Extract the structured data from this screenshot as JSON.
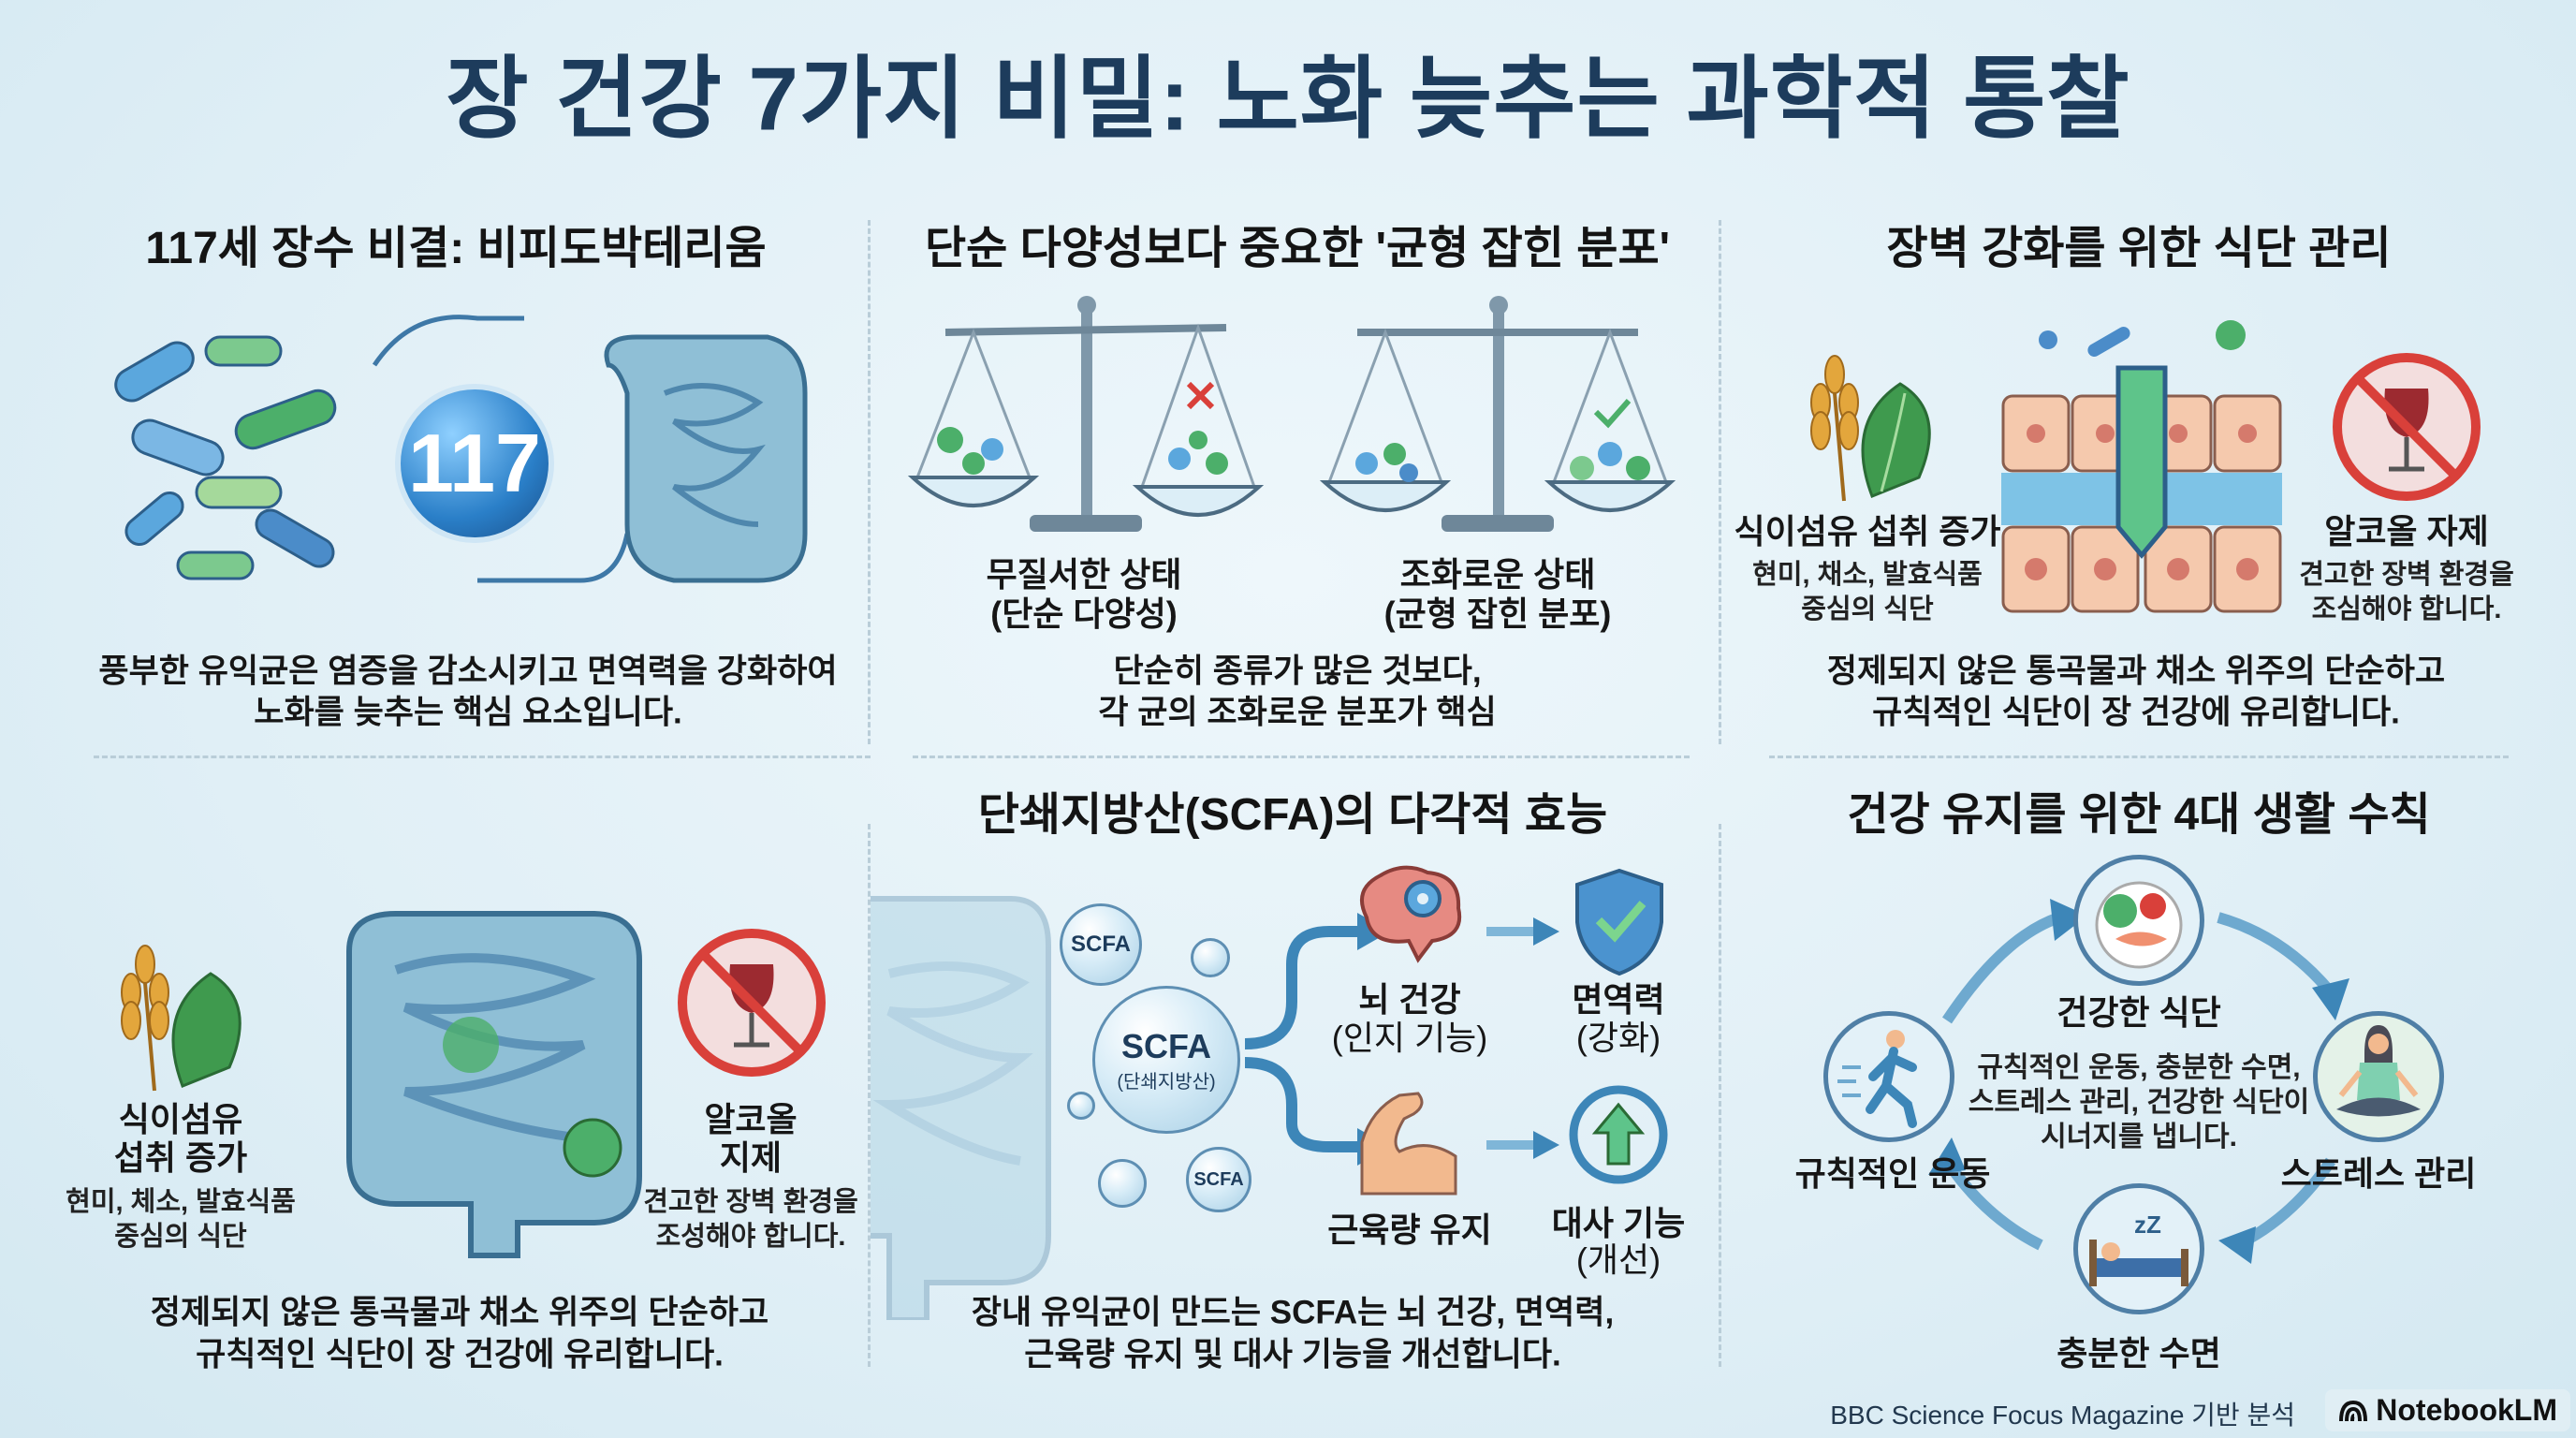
{
  "title": "장 건강 7가지 비밀: 노화 늦추는 과학적 통찰",
  "p1": {
    "heading": "117세 장수 비결: 비피도박테리움",
    "badge": "117",
    "caption": [
      "풍부한 유익균은 염증을 감소시키고 면역력을 강화하여",
      "노화를 늦추는 핵심 요소입니다."
    ]
  },
  "p2": {
    "heading": "단순 다양성보다 중요한 '균형 잡힌 분포'",
    "left_label": [
      "무질서한 상태",
      "(단순 다양성)"
    ],
    "right_label": [
      "조화로운 상태",
      "(균형 잡힌 분포)"
    ],
    "caption": [
      "단순히 종류가 많은 것보다,",
      "각 균의 조화로운 분포가 핵심"
    ]
  },
  "p3": {
    "heading": "장벽 강화를 위한 식단 관리",
    "fiber_title": "식이섬유 섭취 증가",
    "fiber_sub": [
      "현미, 채소, 발효식품",
      "중심의 식단"
    ],
    "alcohol_title": "알코올 자제",
    "alcohol_sub": [
      "견고한 장벽 환경을",
      "조심해야 합니다."
    ],
    "caption": [
      "정제되지 않은 통곡물과 채소 위주의 단순하고",
      "규칙적인 식단이 장 건강에 유리합니다."
    ]
  },
  "p4": {
    "fiber_title": [
      "식이섬유",
      "섭취 증가"
    ],
    "fiber_sub": [
      "현미, 체소, 발효식품",
      "중심의 식단"
    ],
    "alcohol_title": [
      "알코올",
      "지제"
    ],
    "alcohol_sub": [
      "견고한 장벽 환경을",
      "조성해야 합니다."
    ],
    "caption": [
      "정제되지 않은 통곡물과 채소 위주의 단순하고",
      "규칙적인 식단이 장 건강에 유리합니다."
    ]
  },
  "p5": {
    "heading": "단쇄지방산(SCFA)의 다각적 효능",
    "bubble_small": "SCFA",
    "bubble_main": "SCFA",
    "bubble_main_sub": "(단쇄지방산)",
    "bubble_tiny": "SCFA",
    "brain": [
      "뇌 건강",
      "(인지 기능)"
    ],
    "immune": [
      "면역력",
      "(강화)"
    ],
    "muscle": "근육량 유지",
    "metabolism": [
      "대사 기능",
      "(개선)"
    ],
    "caption": [
      "장내 유익균이 만드는 SCFA는 뇌 건강, 면역력,",
      "근육량 유지 및 대사 기능을 개선합니다."
    ]
  },
  "p6": {
    "heading": "건강 유지를 위한 4대 생활 수칙",
    "diet": "건강한 식단",
    "desc": [
      "규칙적인 운동, 충분한 수면,",
      "스트레스 관리, 건강한 식단이",
      "시너지를 냅니다."
    ],
    "exercise": "규칙적인 운동",
    "stress": "스트레스 관리",
    "sleep": "충분한 수면",
    "sleep_z": "zZ"
  },
  "footer": {
    "source": "BBC Science Focus Magazine 기반 분석",
    "brand": "NotebookLM"
  },
  "colors": {
    "title": "#1d3c5c",
    "accent": "#2f7fb5",
    "green": "#4caf6a",
    "red": "#d9403a"
  }
}
